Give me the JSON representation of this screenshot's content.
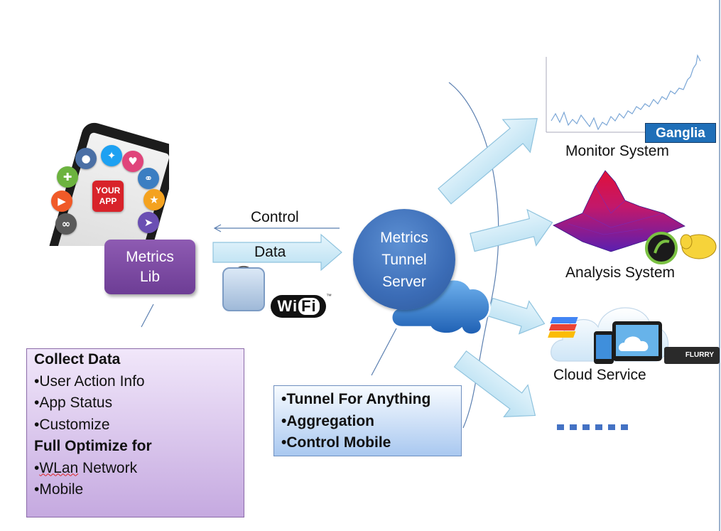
{
  "metrics_lib": {
    "line1": "Metrics",
    "line2": "Lib"
  },
  "phone": {
    "app_label_line1": "YOUR",
    "app_label_line2": "APP"
  },
  "flows": {
    "control": "Control",
    "data": "Data"
  },
  "wifi": {
    "logo_wi": "Wi",
    "logo_fi": "Fi",
    "trademark": "™"
  },
  "tunnel_server": {
    "line1": "Metrics",
    "line2": "Tunnel",
    "line3": "Server"
  },
  "destinations": {
    "monitor": "Monitor System",
    "analysis": "Analysis System",
    "cloud": "Cloud Service",
    "ganglia_logo": "Ganglia",
    "flurry_logo": "FLURRY"
  },
  "collect_box": {
    "heading": "Collect Data",
    "items": [
      "•User Action Info",
      "•App Status",
      "•Customize"
    ],
    "heading2": "Full Optimize for",
    "items2_prefix": "•",
    "items2_word": "WLan",
    "items2_rest": " Network",
    "item_mobile": "•Mobile"
  },
  "tunnel_box": {
    "items": [
      "•Tunnel For Anything",
      "•Aggregation",
      "•Control Mobile"
    ]
  },
  "colors": {
    "arrow_fill": "#cfeaf7",
    "arrow_stroke": "#8fc3de",
    "lib_purple": "#7a4aa3",
    "server_blue": "#3b6cb6",
    "ellipsis_blue": "#4472c4"
  }
}
